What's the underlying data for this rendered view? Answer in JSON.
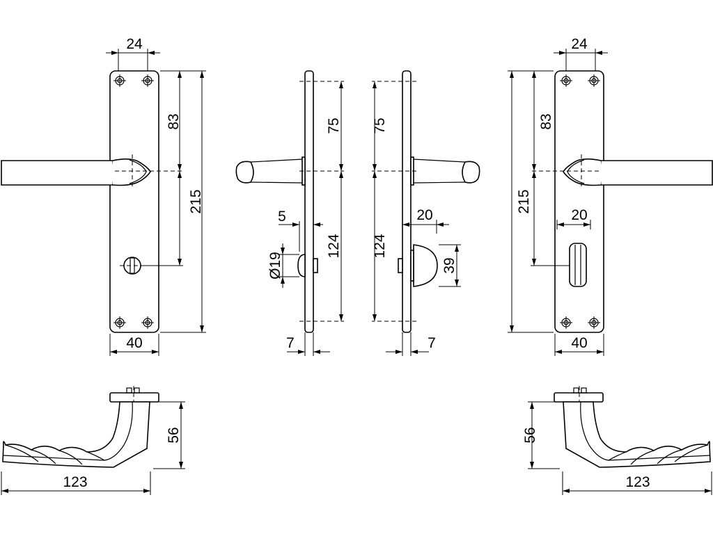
{
  "title": "Lever handle on long plate — dimension drawing",
  "front_left": {
    "top_spacing": "24",
    "upper_height": "83",
    "total_height": "215",
    "width": "40"
  },
  "side_left": {
    "upper": "75",
    "lower": "124",
    "indicator_offset": "5",
    "indicator_diameter": "Ø19",
    "thickness": "7"
  },
  "side_right": {
    "upper": "75",
    "lower": "124",
    "turn_offset": "20",
    "turn_height": "39",
    "thickness": "7"
  },
  "front_right": {
    "top_spacing": "24",
    "upper_height": "83",
    "total_height": "215",
    "turn_offset": "20",
    "width": "40"
  },
  "bottom_left": {
    "height": "56",
    "length": "123"
  },
  "bottom_right": {
    "height": "56",
    "length": "123"
  },
  "colors": {
    "line": "#000000",
    "background": "#ffffff"
  }
}
